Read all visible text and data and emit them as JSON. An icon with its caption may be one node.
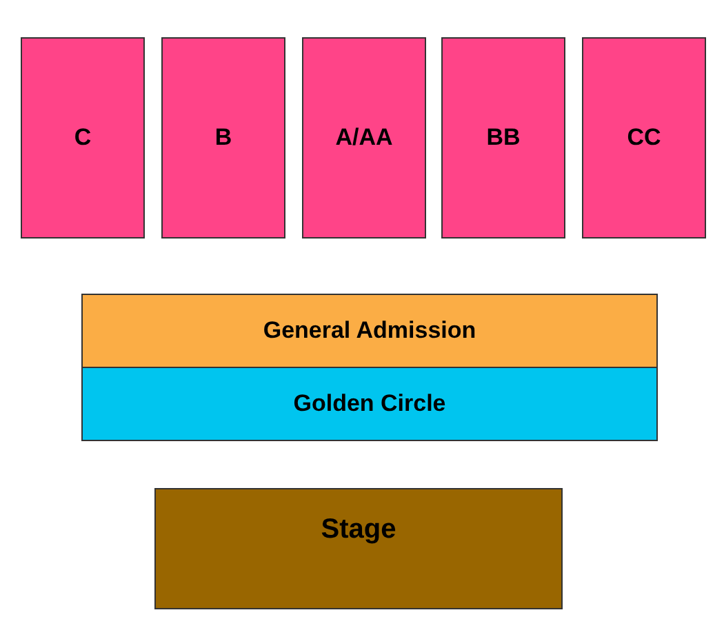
{
  "diagram": {
    "nodes": [
      {
        "text": [
          "C"
        ]
      },
      {
        "text": [
          "B"
        ]
      },
      {
        "text": [
          "A/AA"
        ]
      },
      {
        "text": [
          "BB"
        ]
      },
      {
        "text": [
          "CC"
        ]
      },
      {
        "text": [
          "General Admission"
        ]
      },
      {
        "text": [
          "Golden Circle"
        ]
      },
      {
        "text": [
          "Stage"
        ]
      }
    ]
  }
}
